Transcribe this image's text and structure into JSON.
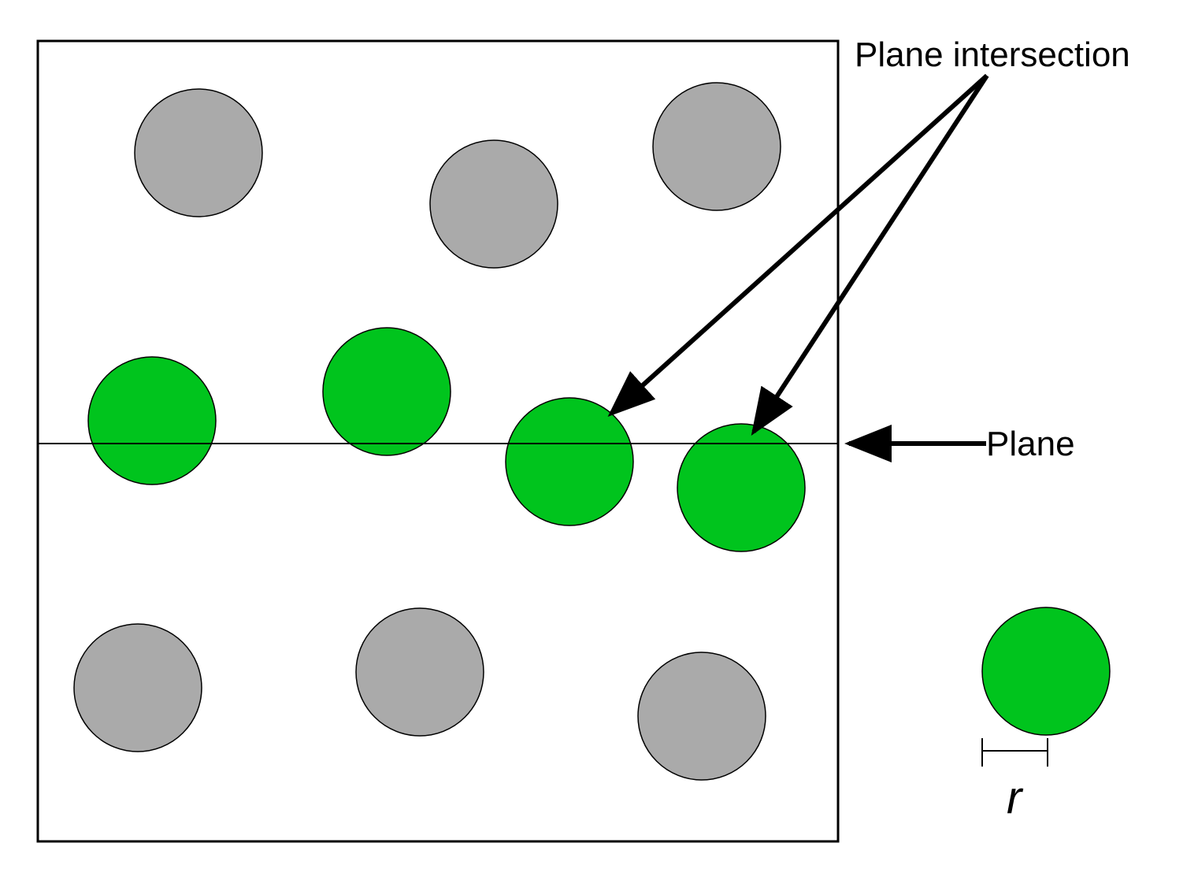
{
  "labels": {
    "plane_intersection": "Plane intersection",
    "plane": "Plane",
    "radius": "r"
  },
  "colors": {
    "intersecting_particle": "#00c41d",
    "other_particle": "#aaaaaa",
    "outline": "#000000",
    "background": "#ffffff"
  },
  "particles": {
    "intersecting_count": 4,
    "non_intersecting_count": 6,
    "legend_particle": "intersecting"
  }
}
